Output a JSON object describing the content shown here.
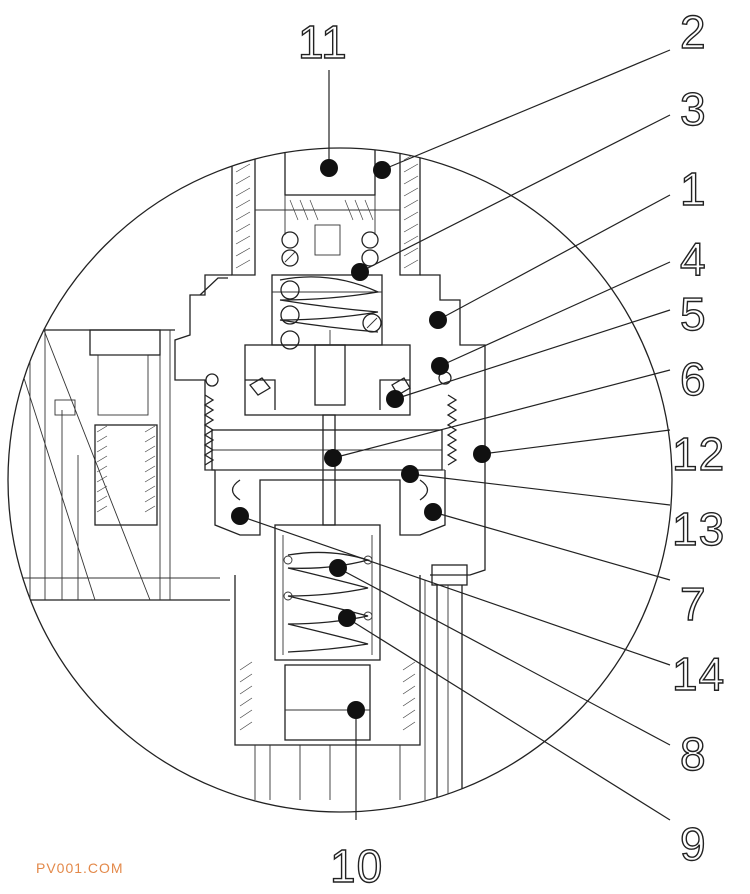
{
  "labels": {
    "l11": "11",
    "l2": "2",
    "l3": "3",
    "l1": "1",
    "l4": "4",
    "l5": "5",
    "l6": "6",
    "l12": "12",
    "l13": "13",
    "l7": "7",
    "l14": "14",
    "l8": "8",
    "l9": "9",
    "l10": "10"
  },
  "watermark": "PV001.COM",
  "colors": {
    "line": "#222222",
    "watermark": "#e3894a",
    "background": "#ffffff"
  }
}
